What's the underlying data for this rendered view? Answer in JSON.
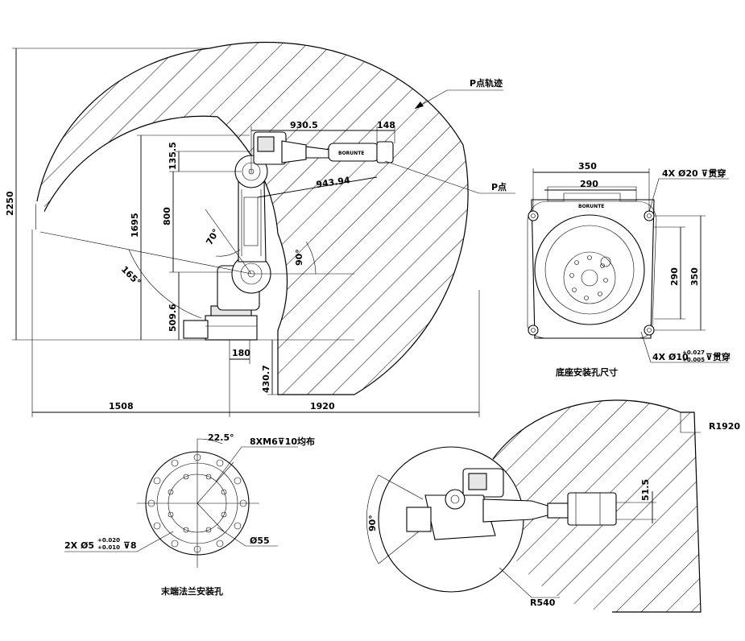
{
  "labels": {
    "p_trajectory": "P点轨迹",
    "p_point": "P点",
    "base_title": "底座安装孔尺寸",
    "flange_title": "末端法兰安装孔",
    "hole_spec_top": "4X  Ø20  ⊽贯穿",
    "hole_spec_bottom": "4X  Ø10",
    "hole_tol_upper": "+0.027",
    "hole_tol_lower": "+0.005",
    "hole_spec_bottom_suffix": "⊽贯穿",
    "flange_threads": "8XM6⊽10均布",
    "flange_pin": "2X  Ø5",
    "flange_pin_tol_upper": "+0.020",
    "flange_pin_tol_lower": "+0.010",
    "flange_pin_suffix": "⊽8",
    "brand": "BORUNTE"
  },
  "dimensions": {
    "d2250": "2250",
    "d1695": "1695",
    "d800": "800",
    "d135_5": "135.5",
    "d509_6": "509.6",
    "d930_5": "930.5",
    "d148": "148",
    "d943_94": "943.94",
    "d180": "180",
    "d430_7": "430.7",
    "d1508": "1508",
    "d1920": "1920",
    "a70": "70°",
    "a165": "165°",
    "a90": "90°",
    "b350_top": "350",
    "b290_top": "290",
    "b350_side": "350",
    "b290_side": "290",
    "f22_5": "22.5°",
    "f55": "Ø55",
    "r1920": "R1920",
    "r540": "R540",
    "d51_5": "51.5",
    "a90_top": "90°"
  }
}
